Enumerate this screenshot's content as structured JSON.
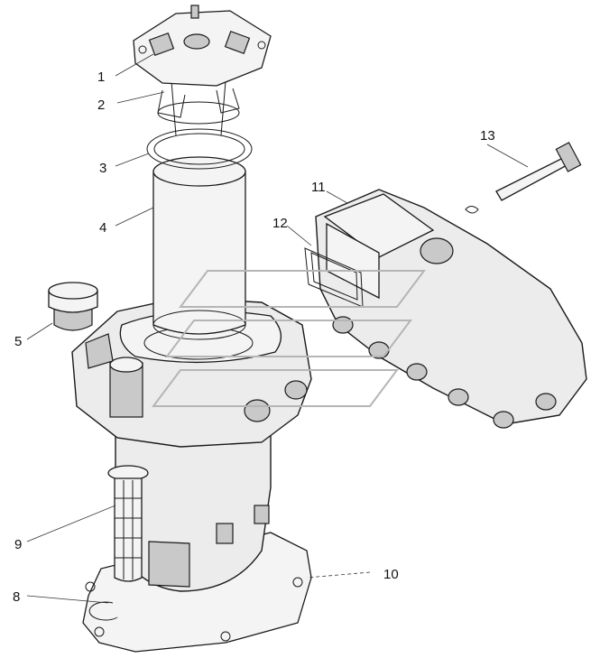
{
  "callouts": {
    "c1": "1",
    "c2": "2",
    "c3": "3",
    "c4": "4",
    "c5": "5",
    "c8": "8",
    "c9": "9",
    "c10": "10",
    "c11": "11",
    "c12": "12",
    "c13": "13"
  },
  "colors": {
    "line": "#1a1a1a",
    "fill": "#ececec",
    "watermark": "#b5b5b5"
  }
}
